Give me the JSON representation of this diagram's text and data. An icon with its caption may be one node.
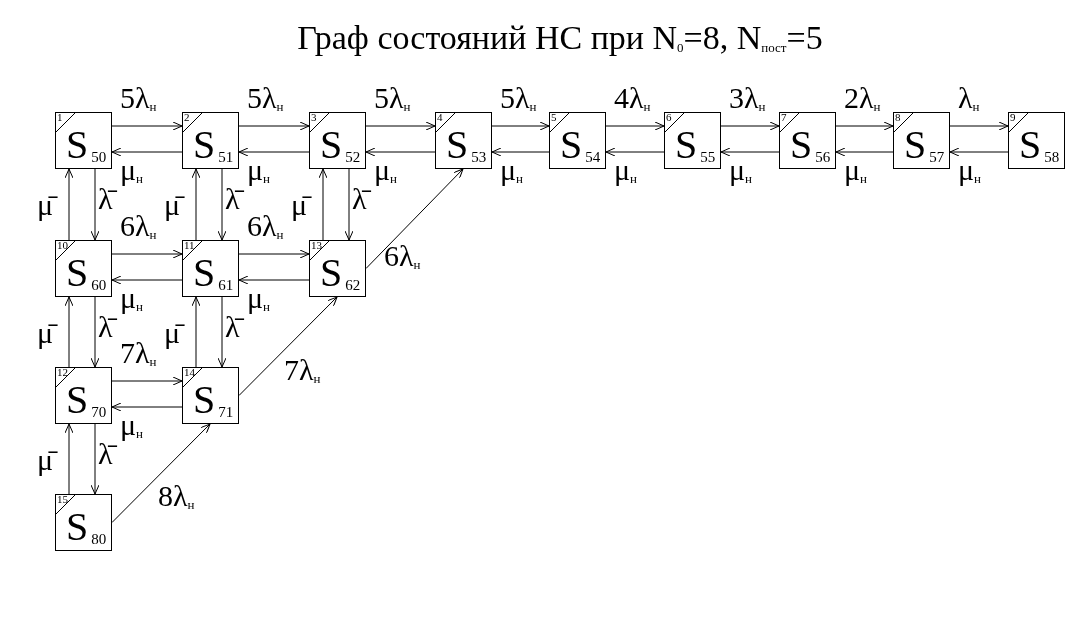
{
  "diagram": {
    "title": "Граф состояний НС при N$_{0}$=8, N$_{пост}$=5",
    "nodes": [
      {
        "text": [
          "1",
          "S$_{50}$"
        ]
      },
      {
        "text": [
          "2",
          "S$_{51}$"
        ]
      },
      {
        "text": [
          "3",
          "S$_{52}$"
        ]
      },
      {
        "text": [
          "4",
          "S$_{53}$"
        ]
      },
      {
        "text": [
          "5",
          "S$_{54}$"
        ]
      },
      {
        "text": [
          "6",
          "S$_{55}$"
        ]
      },
      {
        "text": [
          "7",
          "S$_{56}$"
        ]
      },
      {
        "text": [
          "8",
          "S$_{57}$"
        ]
      },
      {
        "text": [
          "9",
          "S$_{58}$"
        ]
      },
      {
        "text": [
          "10",
          "S$_{60}$"
        ]
      },
      {
        "text": [
          "11",
          "S$_{61}$"
        ]
      },
      {
        "text": [
          "12",
          "S$_{70}$"
        ]
      },
      {
        "text": [
          "13",
          "S$_{62}$"
        ]
      },
      {
        "text": [
          "14",
          "S$_{71}$"
        ]
      },
      {
        "text": [
          "15",
          "S$_{80}$"
        ]
      }
    ],
    "edges": [
      {
        "from": 0,
        "to": 1,
        "arrow": "to",
        "label": "5λ$_{н}$"
      },
      {
        "from": 1,
        "to": 0,
        "arrow": "to",
        "label": "μ$_{н}$"
      },
      {
        "from": 1,
        "to": 2,
        "arrow": "to",
        "label": "5λ$_{н}$"
      },
      {
        "from": 2,
        "to": 1,
        "arrow": "to",
        "label": "μ$_{н}$"
      },
      {
        "from": 2,
        "to": 3,
        "arrow": "to",
        "label": "5λ$_{н}$"
      },
      {
        "from": 3,
        "to": 2,
        "arrow": "to",
        "label": "μ$_{н}$"
      },
      {
        "from": 3,
        "to": 4,
        "arrow": "to",
        "label": "5λ$_{н}$"
      },
      {
        "from": 4,
        "to": 3,
        "arrow": "to",
        "label": "μ$_{н}$"
      },
      {
        "from": 4,
        "to": 5,
        "arrow": "to",
        "label": "4λ$_{н}$"
      },
      {
        "from": 5,
        "to": 4,
        "arrow": "to",
        "label": "μ$_{н}$"
      },
      {
        "from": 5,
        "to": 6,
        "arrow": "to",
        "label": "3λ$_{н}$"
      },
      {
        "from": 6,
        "to": 5,
        "arrow": "to",
        "label": "μ$_{н}$"
      },
      {
        "from": 6,
        "to": 7,
        "arrow": "to",
        "label": "2λ$_{н}$"
      },
      {
        "from": 7,
        "to": 6,
        "arrow": "to",
        "label": "μ$_{н}$"
      },
      {
        "from": 7,
        "to": 8,
        "arrow": "to",
        "label": "λ$_{н}$"
      },
      {
        "from": 8,
        "to": 7,
        "arrow": "to",
        "label": "μ$_{н}$"
      },
      {
        "from": 0,
        "to": 9,
        "arrow": "to",
        "label": "λ̄"
      },
      {
        "from": 9,
        "to": 0,
        "arrow": "to",
        "label": "μ̄"
      },
      {
        "from": 1,
        "to": 10,
        "arrow": "to",
        "label": "λ̄"
      },
      {
        "from": 10,
        "to": 1,
        "arrow": "to",
        "label": "μ̄"
      },
      {
        "from": 2,
        "to": 12,
        "arrow": "to",
        "label": "λ̄"
      },
      {
        "from": 12,
        "to": 2,
        "arrow": "to",
        "label": "μ̄"
      },
      {
        "from": 9,
        "to": 10,
        "arrow": "to",
        "label": "6λ$_{н}$"
      },
      {
        "from": 10,
        "to": 9,
        "arrow": "to",
        "label": "μ$_{н}$"
      },
      {
        "from": 10,
        "to": 12,
        "arrow": "to",
        "label": "6λ$_{н}$"
      },
      {
        "from": 12,
        "to": 10,
        "arrow": "to",
        "label": "μ$_{н}$"
      },
      {
        "from": 9,
        "to": 11,
        "arrow": "to",
        "label": "λ̄"
      },
      {
        "from": 11,
        "to": 9,
        "arrow": "to",
        "label": "μ̄"
      },
      {
        "from": 10,
        "to": 13,
        "arrow": "to",
        "label": "λ̄"
      },
      {
        "from": 13,
        "to": 10,
        "arrow": "to",
        "label": "μ̄"
      },
      {
        "from": 11,
        "to": 13,
        "arrow": "to",
        "label": "7λ$_{н}$"
      },
      {
        "from": 13,
        "to": 11,
        "arrow": "to",
        "label": "μ$_{н}$"
      },
      {
        "from": 11,
        "to": 14,
        "arrow": "to",
        "label": "λ̄"
      },
      {
        "from": 14,
        "to": 11,
        "arrow": "to",
        "label": "μ̄"
      },
      {
        "from": 12,
        "to": 3,
        "arrow": "to",
        "label": "6λ$_{н}$"
      },
      {
        "from": 13,
        "to": 12,
        "arrow": "to",
        "label": "7λ$_{н}$"
      },
      {
        "from": 14,
        "to": 13,
        "arrow": "to",
        "label": "8λ$_{н}$"
      }
    ]
  }
}
